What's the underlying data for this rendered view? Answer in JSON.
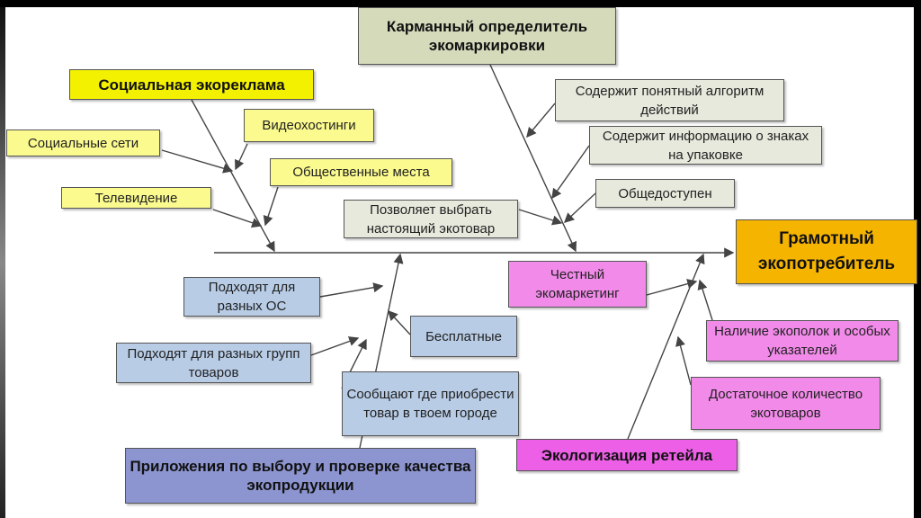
{
  "effect": "Грамотный экопотребитель",
  "categories": [
    {
      "title": "Карманный определитель экомаркировки",
      "causes": [
        "Содержит понятный алгоритм действий",
        "Содержит информацию о знаках на упаковке",
        "Общедоступен",
        "Позволяет выбрать настоящий экотовар"
      ]
    },
    {
      "title": "Социальная экореклама",
      "causes": [
        "Видеохостинги",
        "Социальные сети",
        "Общественные места",
        "Телевидение"
      ]
    },
    {
      "title": "Приложения по выбору и проверке качества экопродукции",
      "causes": [
        "Подходят для разных ОС",
        "Бесплатные",
        "Подходят для разных групп товаров",
        "Сообщают где приобрести товар в твоем городе"
      ]
    },
    {
      "title": "Экологизация ретейла",
      "causes": [
        "Честный экомаркетинг",
        "Наличие экополок и особых указателей",
        "Достаточное количество экотоваров"
      ]
    }
  ],
  "colors": {
    "effect": "#f5b400",
    "social": "#f4f100",
    "guide": "#d5dabb",
    "apps": "#8d95d0",
    "retail": "#ec5fe6"
  }
}
